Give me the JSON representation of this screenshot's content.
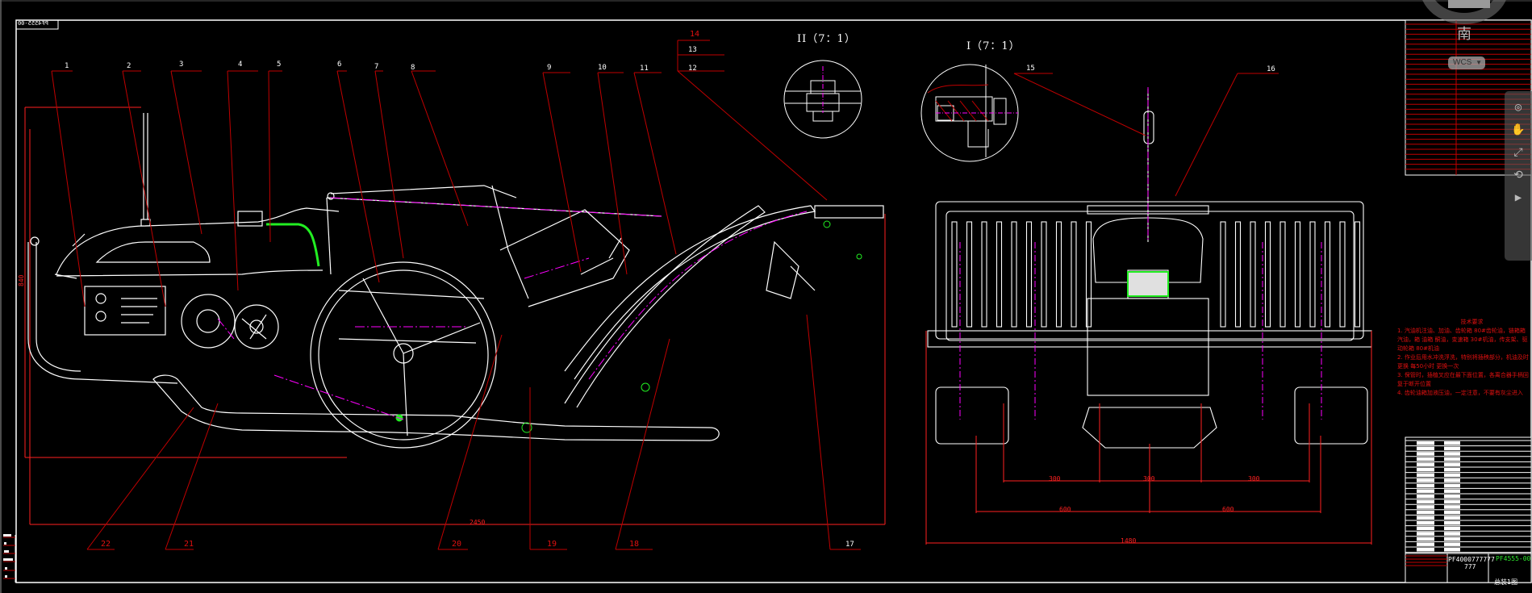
{
  "app": {
    "view_cube": {
      "compass_label": "南",
      "coordinate_system": "WCS"
    },
    "nav_bar": {
      "icons": [
        "full-navigation-wheel-icon",
        "pan-icon",
        "zoom-extents-icon",
        "orbit-icon",
        "showmotion-icon"
      ]
    }
  },
  "drawing": {
    "drawing_number_stamp": "PF4555-00",
    "side_view": {
      "balloons_top": [
        "1",
        "2",
        "3",
        "4",
        "5",
        "6",
        "7",
        "8",
        "9",
        "10",
        "11"
      ],
      "balloons_stack": [
        "14",
        "13",
        "12"
      ],
      "balloons_bottom": [
        "22",
        "21",
        "20",
        "19",
        "18",
        "17"
      ],
      "height_dim": "840",
      "length_dim": "2450"
    },
    "detail_views": [
      {
        "title": "II（7：1）"
      },
      {
        "title": "I（7：1）"
      }
    ],
    "front_view": {
      "balloons": [
        "15",
        "16"
      ],
      "dims": {
        "row_spacing": [
          "300",
          "300",
          "300"
        ],
        "half_width": [
          "600",
          "600"
        ],
        "overall_width": "1480"
      }
    },
    "technical_requirements": {
      "title": "技术要求",
      "items": [
        "1. 汽油机注油、加油、齿轮箱 80#齿轮油，链箱箱 汽油，箱 油箱 酮油，变速箱 30#机油，传支架、驱动轮箱 80#机油",
        "2. 作业后用水冲洗浮洗，特别将插秧部分，机油及时更换 每50小时 更换一次",
        "3. 保管时，插植叉应在最下面位置，各离合器手柄回复于断开位置",
        "4. 齿轮油箱加液压油，一定注意，不要有灰尘进入"
      ]
    },
    "title_block": {
      "part_ref": "PF4000777777",
      "sub_ref": "777",
      "drawing_code": "PF4555-00",
      "drawing_name": "总装1图"
    }
  },
  "colors": {
    "background": "#000000",
    "geometry": "#ffffff",
    "leader": "#c00000",
    "dimension": "#ff2020",
    "centerline": "#ff00ff",
    "highlight": "#22ee22"
  }
}
